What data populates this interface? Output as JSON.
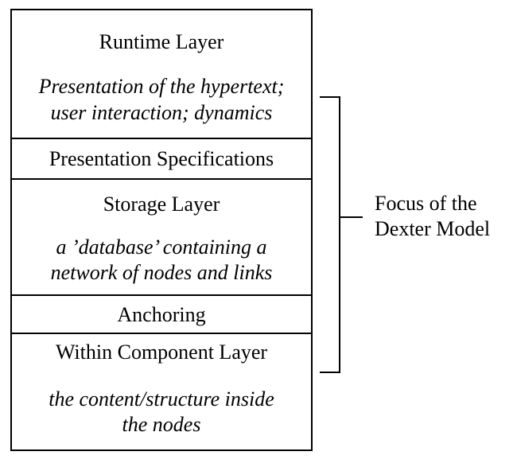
{
  "layers": {
    "runtime": {
      "title": "Runtime Layer",
      "desc_line1": "Presentation of the hypertext;",
      "desc_line2": "user interaction; dynamics"
    },
    "presentation_specs": {
      "title": "Presentation Specifications"
    },
    "storage": {
      "title": "Storage Layer",
      "desc_line1": "a ’database’ containing a",
      "desc_line2": "network of nodes and links"
    },
    "anchoring": {
      "title": "Anchoring"
    },
    "within_component": {
      "title": "Within Component Layer",
      "desc_line1": "the content/structure inside",
      "desc_line2": "the nodes"
    }
  },
  "bracket_label": {
    "line1": "Focus of the",
    "line2": "Dexter Model"
  },
  "colors": {
    "line": "#000000",
    "text": "#000000",
    "background": "#ffffff"
  }
}
